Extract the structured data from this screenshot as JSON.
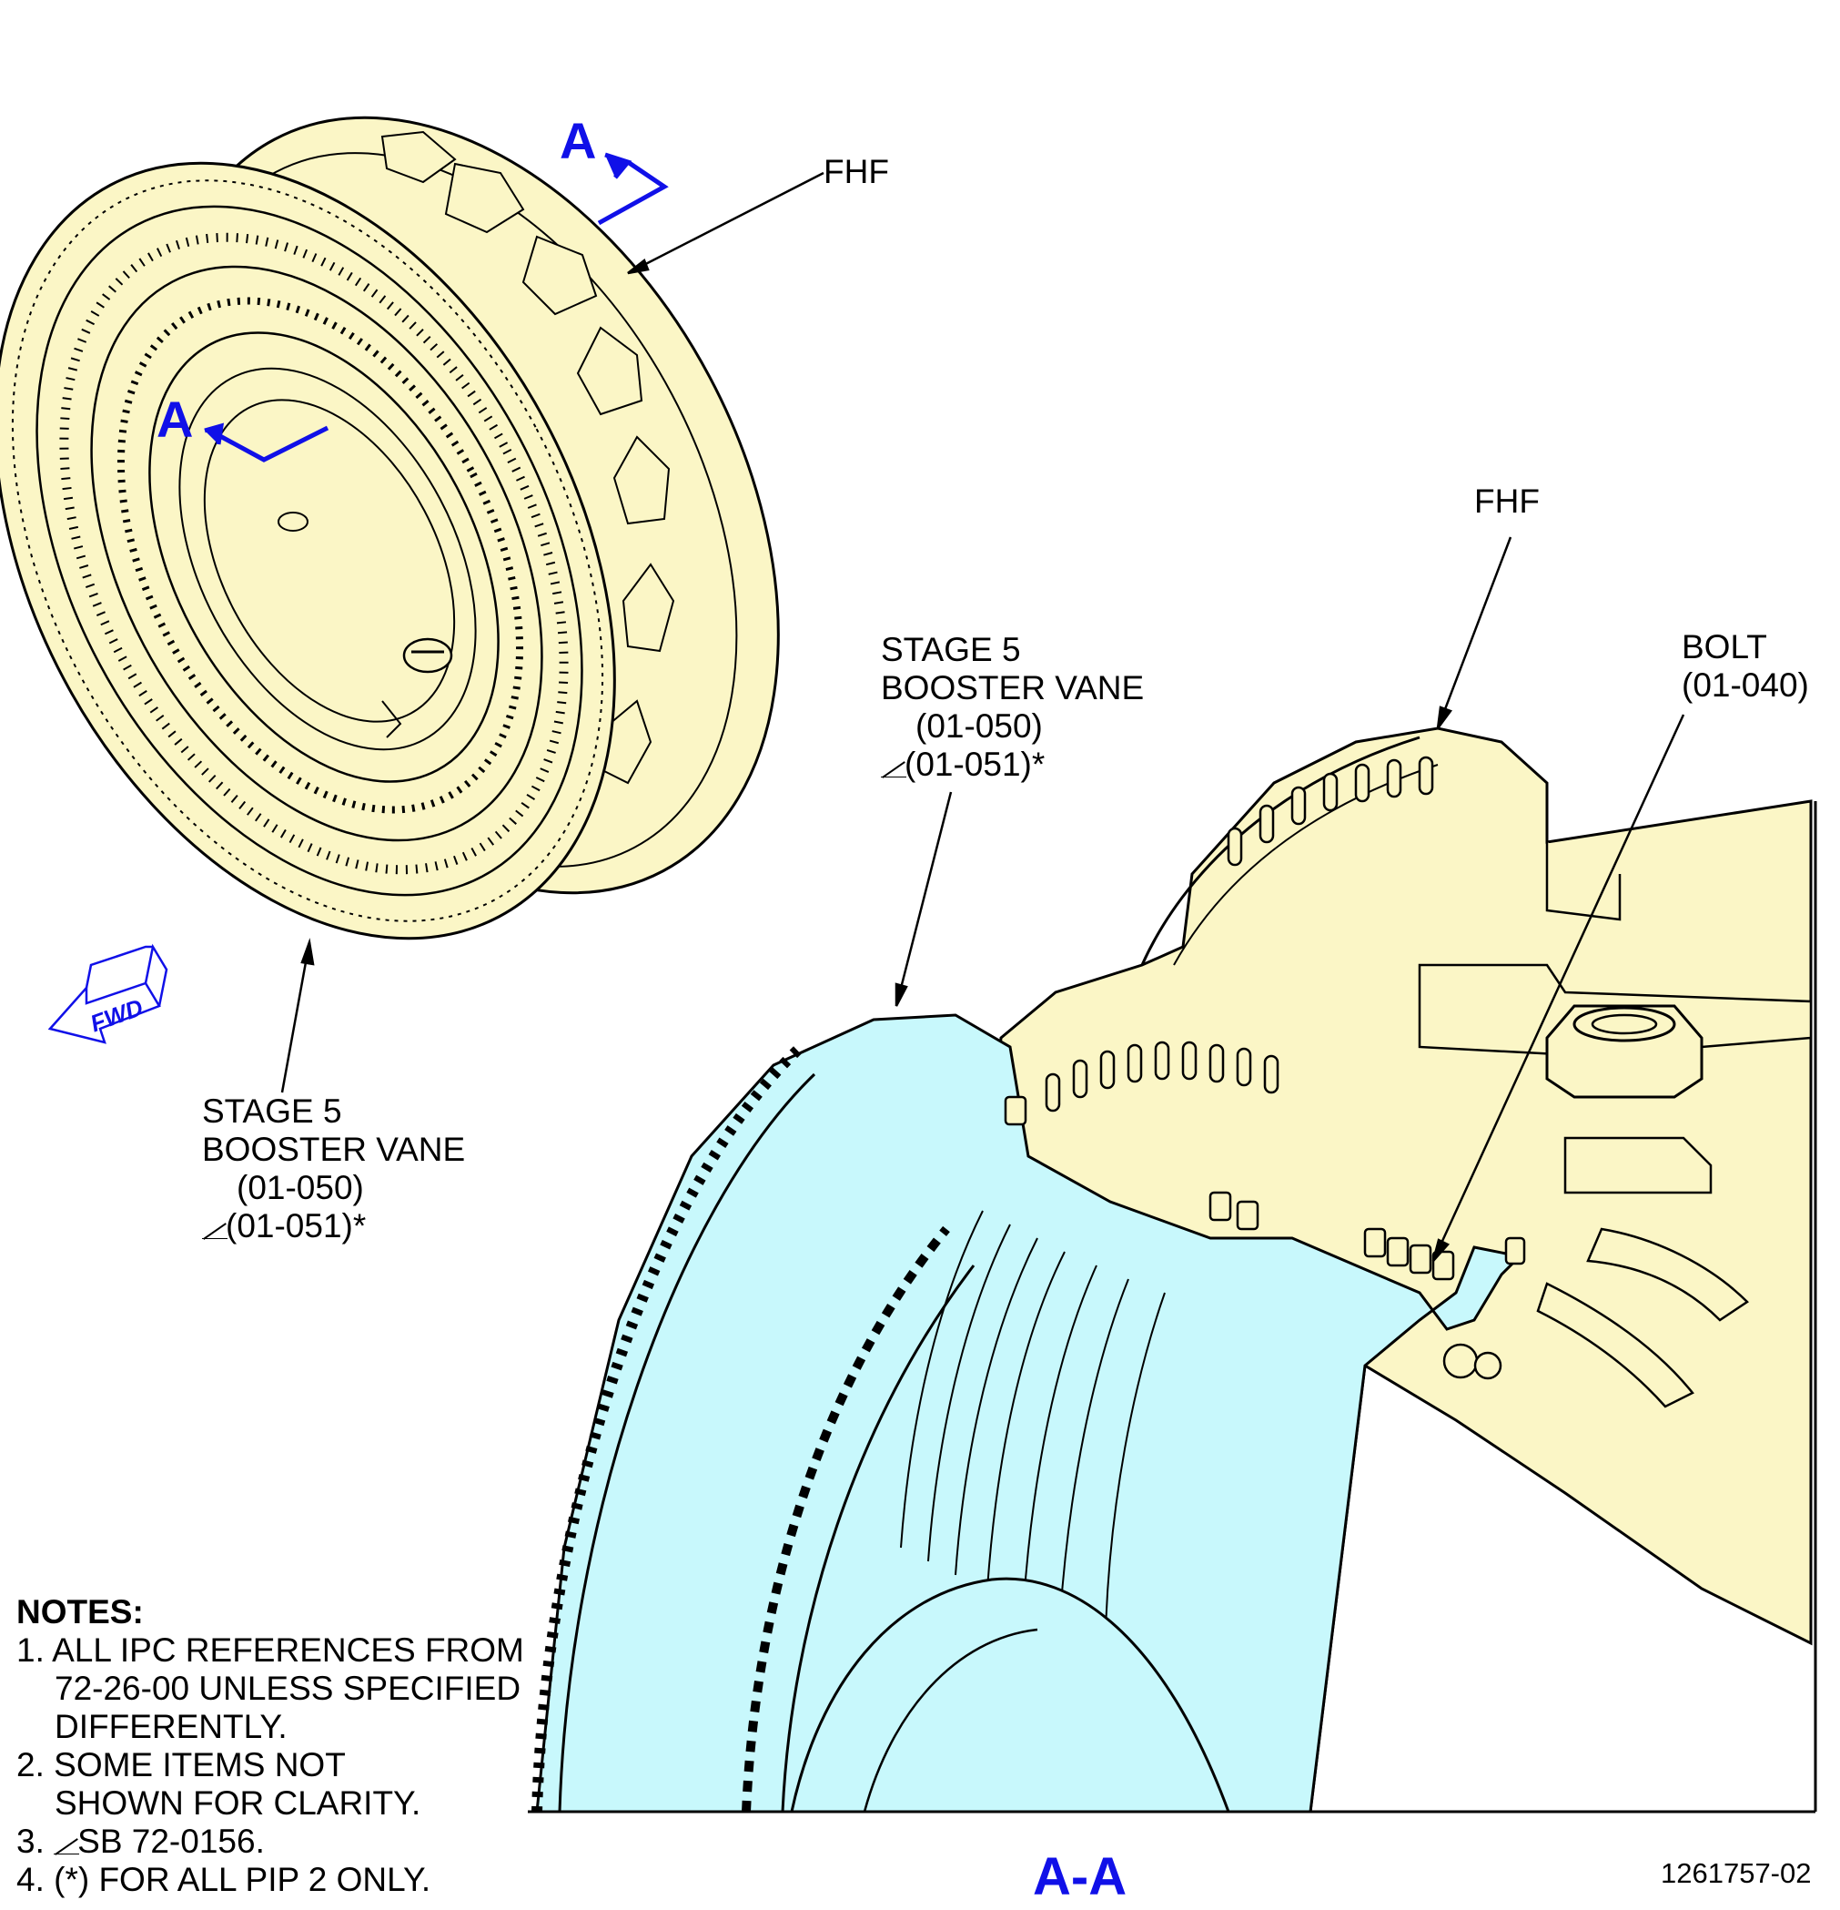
{
  "labels": {
    "fhf_top": "FHF",
    "fhf_right": "FHF",
    "stage5_left": [
      "STAGE 5",
      "BOOSTER VANE",
      "(01-050)",
      "(01-051)*"
    ],
    "stage5_right": [
      "STAGE 5",
      "BOOSTER VANE",
      "(01-050)",
      "(01-051)*"
    ],
    "bolt": [
      "BOLT",
      "(01-040)"
    ],
    "fwd": "FWD",
    "section_marker": "A",
    "section_view": "A-A",
    "figure_number": "1261757-02"
  },
  "notes": {
    "title": "NOTES:",
    "items": [
      "1. ALL IPC REFERENCES FROM",
      "72-26-00 UNLESS SPECIFIED",
      "DIFFERENTLY.",
      "2. SOME ITEMS NOT",
      "SHOWN FOR CLARITY.",
      "3. ",
      "SB 72-0156.",
      "4. (*) FOR ALL PIP 2 ONLY."
    ]
  },
  "colors": {
    "part_fill": "#fbf6c6",
    "section_fill": "#c8f8fc",
    "marker": "#1010e8",
    "line": "#000000"
  }
}
